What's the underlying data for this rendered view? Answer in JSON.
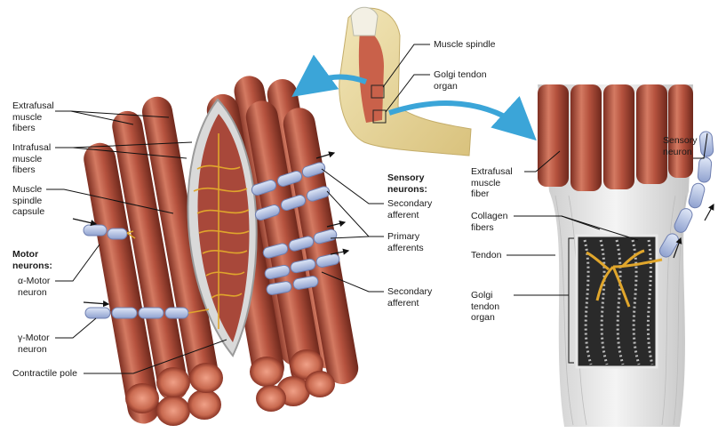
{
  "labels": {
    "extrafusal_fibers": "Extrafusal\nmuscle\nfibers",
    "intrafusal_fibers": "Intrafusal\nmuscle\nfibers",
    "spindle_capsule": "Muscle\nspindle\ncapsule",
    "motor_neurons": "Motor\nneurons:",
    "alpha_motor": "α-Motor\nneuron",
    "gamma_motor": "γ-Motor\nneuron",
    "contractile_pole": "Contractile pole",
    "muscle_spindle": "Muscle spindle",
    "golgi_tendon_organ_top": "Golgi tendon\norgan",
    "sensory_neurons": "Sensory\nneurons:",
    "secondary_afferent_1": "Secondary\nafferent",
    "primary_afferents": "Primary\nafferents",
    "secondary_afferent_2": "Secondary\nafferent",
    "extrafusal_fiber": "Extrafusal\nmuscle\nfiber",
    "collagen_fibers": "Collagen\nfibers",
    "tendon": "Tendon",
    "golgi_tendon_organ": "Golgi\ntendon\norgan",
    "sensory_neuron": "Sensory\nneuron"
  },
  "colors": {
    "muscle": "#b5523e",
    "muscle_dark": "#7e2f22",
    "muscle_light": "#d47a62",
    "neuron_segment": "#b9c6e6",
    "neuron_outline": "#6f7fb0",
    "nerve_ending": "#e0a62c",
    "capsule": "#d3d3d3",
    "tendon": "#e6e6e6",
    "arrow": "#3ba5d8"
  }
}
